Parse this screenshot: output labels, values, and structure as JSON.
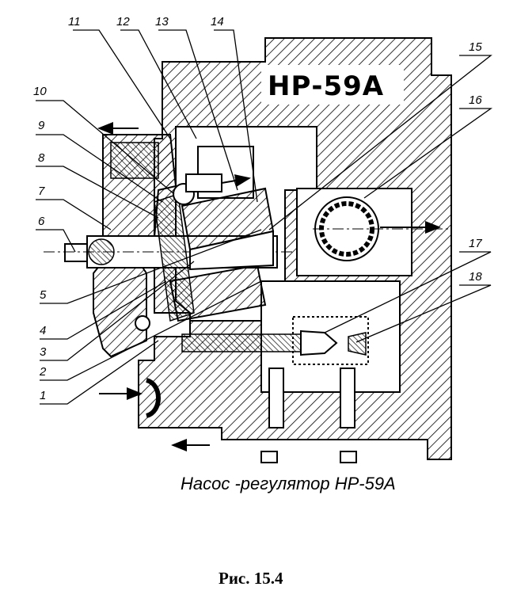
{
  "diagram": {
    "model_label": "НР-59А",
    "caption": "Насос -регулятор  НР-59А",
    "figure_number": "Рис. 15.4",
    "callouts": [
      "1",
      "2",
      "3",
      "4",
      "5",
      "6",
      "7",
      "8",
      "9",
      "10",
      "11",
      "12",
      "13",
      "14",
      "15",
      "16",
      "17",
      "18"
    ]
  }
}
